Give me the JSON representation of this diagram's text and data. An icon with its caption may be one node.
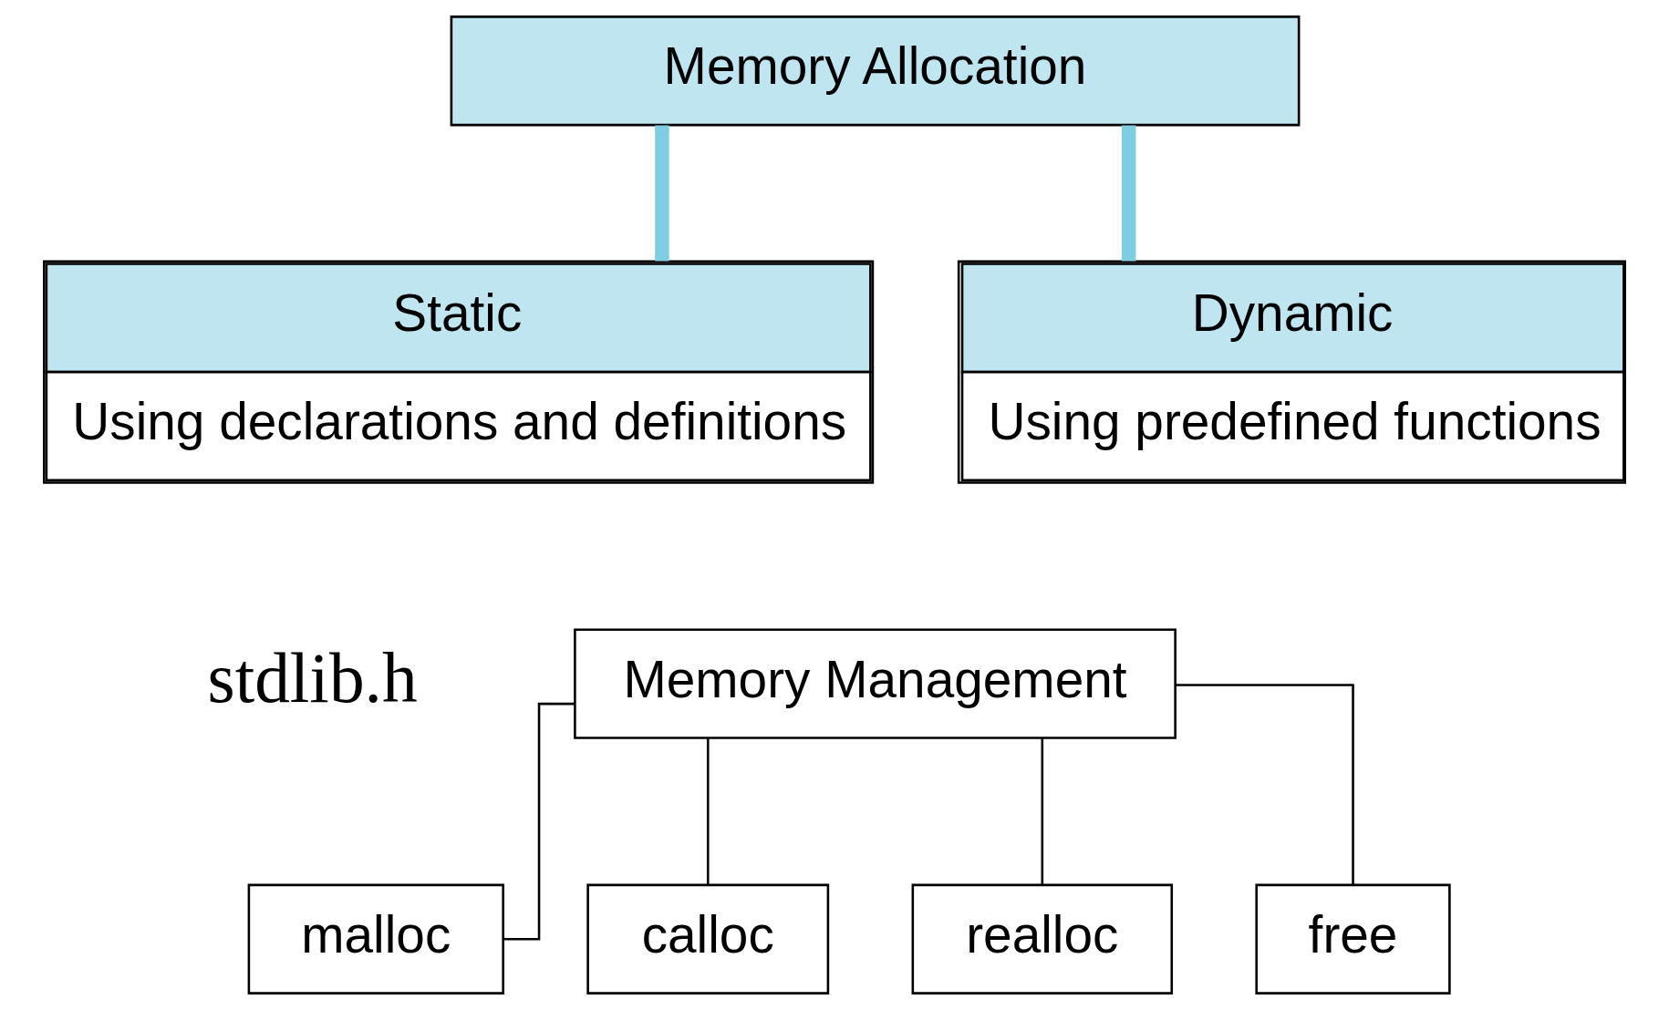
{
  "diagram": {
    "nodes": [
      {
        "text": [
          "Memory Allocation"
        ]
      },
      {
        "text": [
          "Static",
          "Using declarations and definitions"
        ]
      },
      {
        "text": [
          "Dynamic",
          "Using predefined functions"
        ]
      },
      {
        "text": [
          "Memory Management"
        ],
        "beside": [
          "stdlib.h"
        ]
      },
      {
        "text": [
          "malloc"
        ]
      },
      {
        "text": [
          "calloc"
        ]
      },
      {
        "text": [
          "realloc"
        ]
      },
      {
        "text": [
          "free"
        ]
      }
    ],
    "edges": [
      {
        "from": 0,
        "to": 1,
        "arrow": "none",
        "style": "thick",
        "color": "#7ecde2"
      },
      {
        "from": 0,
        "to": 2,
        "arrow": "none",
        "style": "thick",
        "color": "#7ecde2"
      },
      {
        "from": 3,
        "to": 4,
        "arrow": "none"
      },
      {
        "from": 3,
        "to": 5,
        "arrow": "none"
      },
      {
        "from": 3,
        "to": 6,
        "arrow": "none"
      },
      {
        "from": 3,
        "to": 7,
        "arrow": "none"
      }
    ]
  }
}
